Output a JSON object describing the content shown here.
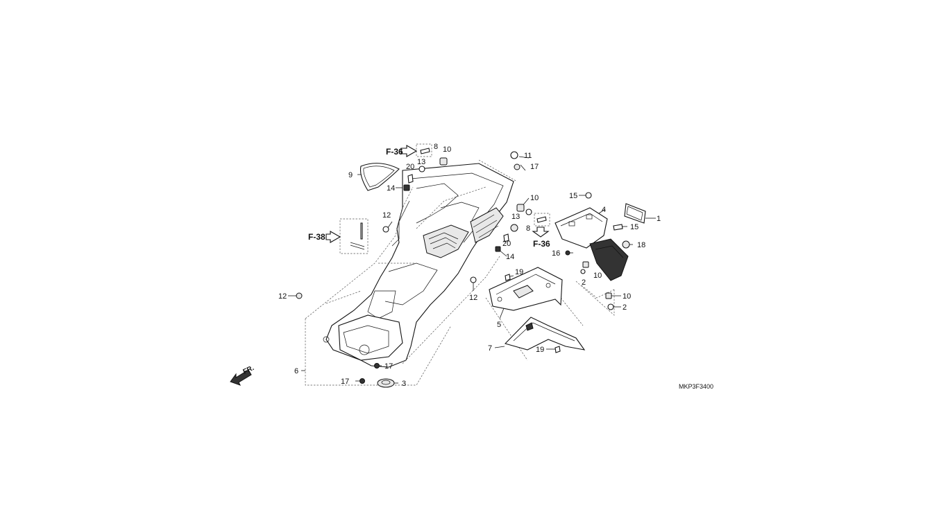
{
  "diagram": {
    "code": "MKP3F3400",
    "direction_label": "FR.",
    "refs": {
      "f36_top": "F-36",
      "f36_right": "F-36",
      "f38": "F-38"
    },
    "callouts": {
      "c1": "1",
      "c2a": "2",
      "c2b": "2",
      "c3": "3",
      "c4": "4",
      "c5": "5",
      "c6": "6",
      "c7": "7",
      "c8a": "8",
      "c8b": "8",
      "c9": "9",
      "c10a": "10",
      "c10b": "10",
      "c10c": "10",
      "c10d": "10",
      "c11": "11",
      "c12a": "12",
      "c12b": "12",
      "c12c": "12",
      "c13a": "13",
      "c13b": "13",
      "c14a": "14",
      "c14b": "14",
      "c15a": "15",
      "c15b": "15",
      "c16": "16",
      "c17a": "17",
      "c17b": "17",
      "c17c": "17",
      "c18": "18",
      "c19a": "19",
      "c19b": "19",
      "c20a": "20",
      "c20b": "20"
    }
  }
}
